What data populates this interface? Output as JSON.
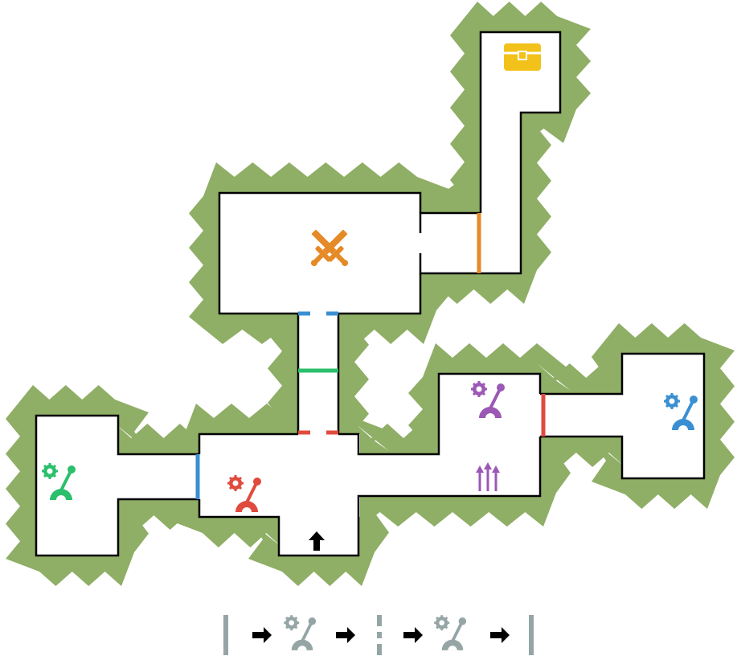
{
  "colors": {
    "grass": "#8FAE66",
    "wall": "#000000",
    "floor": "#FFFFFF",
    "orange": "#E58A27",
    "blue": "#3A8FD2",
    "green": "#2BBF6C",
    "red": "#E04B3E",
    "purple": "#9B58B5",
    "gold": "#F2C21B",
    "gray": "#95A5A6",
    "arrow": "#000000"
  },
  "map": {
    "doors": [
      {
        "id": "door-orange-corridor",
        "color": "orange",
        "style": "solid"
      },
      {
        "id": "door-blue-top",
        "color": "blue",
        "style": "dashed"
      },
      {
        "id": "door-green-middle",
        "color": "green",
        "style": "solid"
      },
      {
        "id": "door-red-bottom",
        "color": "red",
        "style": "dashed"
      },
      {
        "id": "door-blue-left",
        "color": "blue",
        "style": "solid"
      },
      {
        "id": "door-red-right",
        "color": "red",
        "style": "solid"
      }
    ],
    "items": [
      {
        "id": "treasure-chest",
        "icon": "treasure-chest-icon",
        "color": "gold"
      },
      {
        "id": "boss-crossed-swords",
        "icon": "crossed-swords-icon",
        "color": "orange"
      },
      {
        "id": "lever-green",
        "icon": "lever-icon",
        "color": "green"
      },
      {
        "id": "lever-red",
        "icon": "lever-icon",
        "color": "red"
      },
      {
        "id": "lever-purple",
        "icon": "lever-icon",
        "color": "purple"
      },
      {
        "id": "lever-blue",
        "icon": "lever-icon",
        "color": "blue"
      },
      {
        "id": "arrow-trap",
        "icon": "triple-arrows-icon",
        "color": "purple"
      },
      {
        "id": "player-start",
        "icon": "up-arrow-icon",
        "color": "arrow"
      }
    ]
  },
  "legend": {
    "sequence": [
      {
        "kind": "bar",
        "style": "solid"
      },
      {
        "kind": "arrow",
        "icon": "right-arrow-icon"
      },
      {
        "kind": "lever",
        "icon": "lever-icon",
        "color": "gray"
      },
      {
        "kind": "arrow",
        "icon": "right-arrow-icon"
      },
      {
        "kind": "bar",
        "style": "dashed"
      },
      {
        "kind": "arrow",
        "icon": "right-arrow-icon"
      },
      {
        "kind": "lever",
        "icon": "lever-icon",
        "color": "gray"
      },
      {
        "kind": "arrow",
        "icon": "right-arrow-icon"
      },
      {
        "kind": "bar",
        "style": "solid"
      }
    ]
  }
}
